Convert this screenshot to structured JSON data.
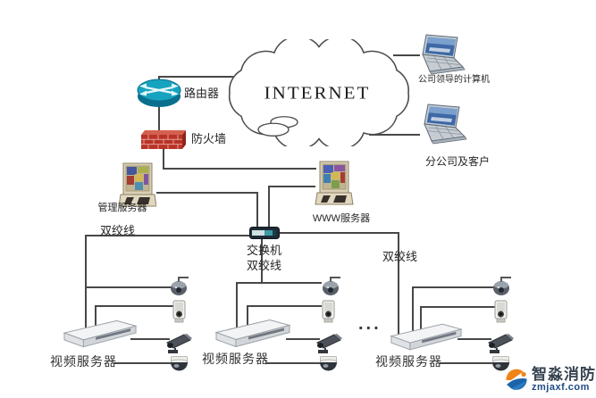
{
  "labels": {
    "internet": "INTERNET",
    "router": "路由器",
    "firewall": "防火墙",
    "leader_pc": "公司领导的计算机",
    "branch_pc": "分公司及客户",
    "mgmt_server": "管理服务器",
    "www_server": "WWW服务器",
    "switch": "交换机",
    "twisted_pair_left": "双绞线",
    "twisted_pair_center": "双绞线",
    "twisted_pair_right": "双绞线",
    "ellipsis": "..."
  },
  "video_servers": [
    {
      "label": "视频服务器"
    },
    {
      "label": "视频服务器"
    },
    {
      "label": "视频服务器"
    }
  ],
  "watermark": {
    "brand": "智淼消防",
    "site": "zmjaxf.com"
  },
  "colors": {
    "line": "#474747",
    "router_teal": "#17a3c0",
    "firewall_red": "#b93327",
    "switch_dark": "#1d2b36",
    "watermark_orange": "#ef8418",
    "watermark_blue": "#1c64aa",
    "watermark_text": "#1d4a85"
  }
}
